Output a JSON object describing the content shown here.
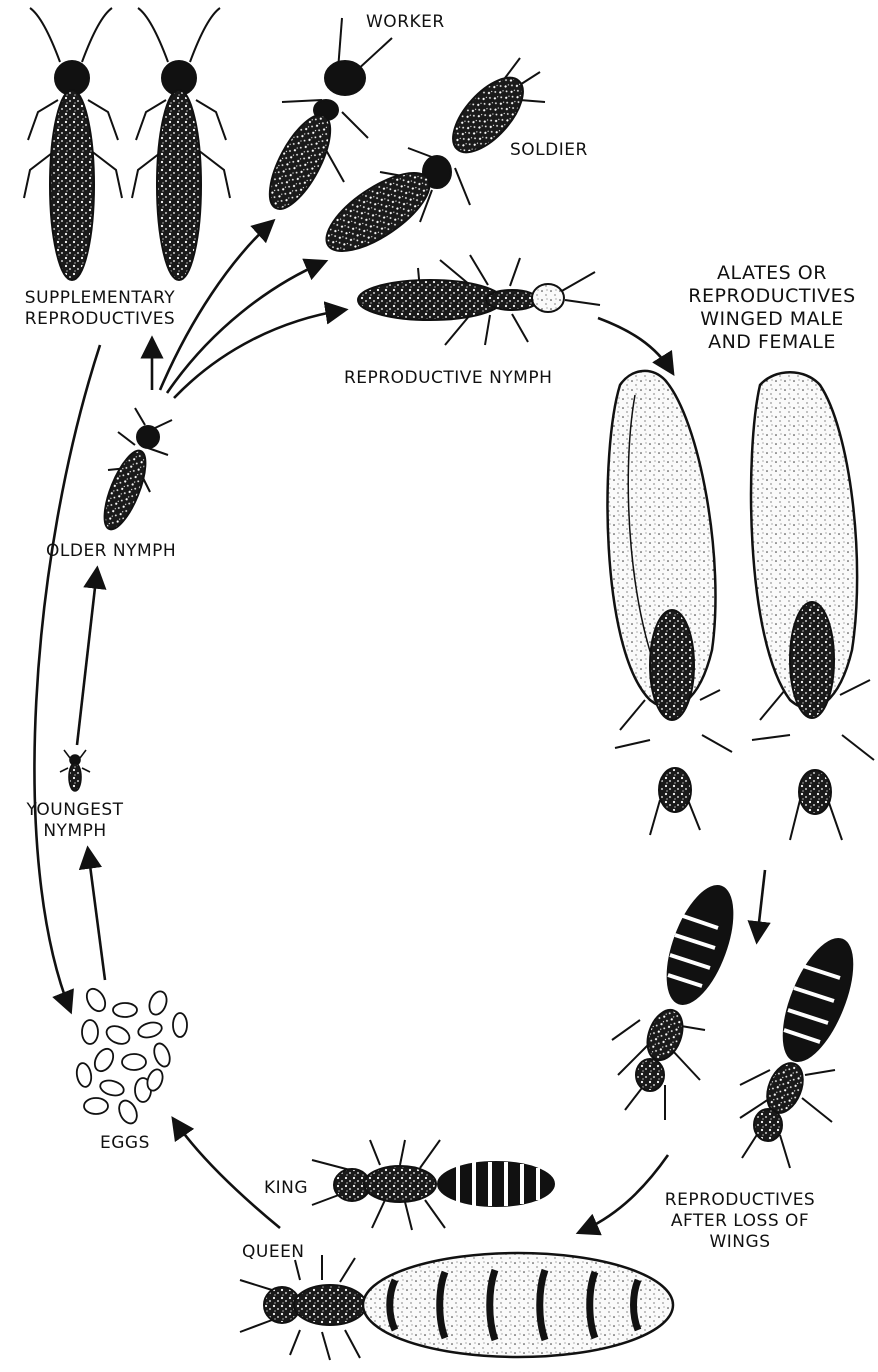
{
  "title": "",
  "labels": {
    "worker": "WORKER",
    "soldier": "SOLDIER",
    "supplementary_reproductives": [
      "SUPPLEMENTARY",
      "REPRODUCTIVES"
    ],
    "alates": [
      "ALATES OR",
      "REPRODUCTIVES",
      "WINGED MALE",
      "AND FEMALE"
    ],
    "reproductive_nymph": "REPRODUCTIVE NYMPH",
    "older_nymph": "OLDER NYMPH",
    "youngest_nymph": [
      "YOUNGEST",
      "NYMPH"
    ],
    "eggs": "EGGS",
    "king": "KING",
    "queen": "QUEEN",
    "reproductives_after_loss": [
      "REPRODUCTIVES",
      "AFTER LOSS OF",
      "WINGS"
    ]
  },
  "stages": [
    "youngest-nymph",
    "older-nymph",
    "worker",
    "soldier",
    "reproductive-nymph",
    "alates",
    "dealates",
    "king-and-queen",
    "eggs",
    "supplementary-reproductives"
  ],
  "colors": {
    "ink": "#111111",
    "background": "#ffffff"
  }
}
